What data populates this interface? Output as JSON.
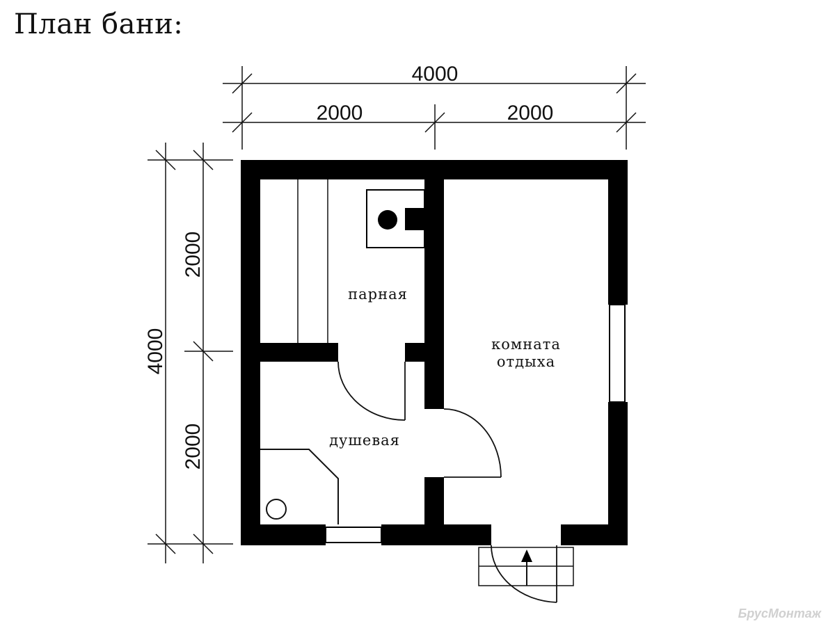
{
  "title": "План бани:",
  "dimensions": {
    "top_total": "4000",
    "top_left": "2000",
    "top_right": "2000",
    "left_total": "4000",
    "left_top": "2000",
    "left_bottom": "2000"
  },
  "rooms": {
    "steam_room": "парная",
    "rest_room_line1": "комната",
    "rest_room_line2": "отдыха",
    "shower_room": "душевая"
  },
  "watermark": "БрусМонтаж",
  "colors": {
    "wall": "#000000",
    "line": "#111111"
  }
}
